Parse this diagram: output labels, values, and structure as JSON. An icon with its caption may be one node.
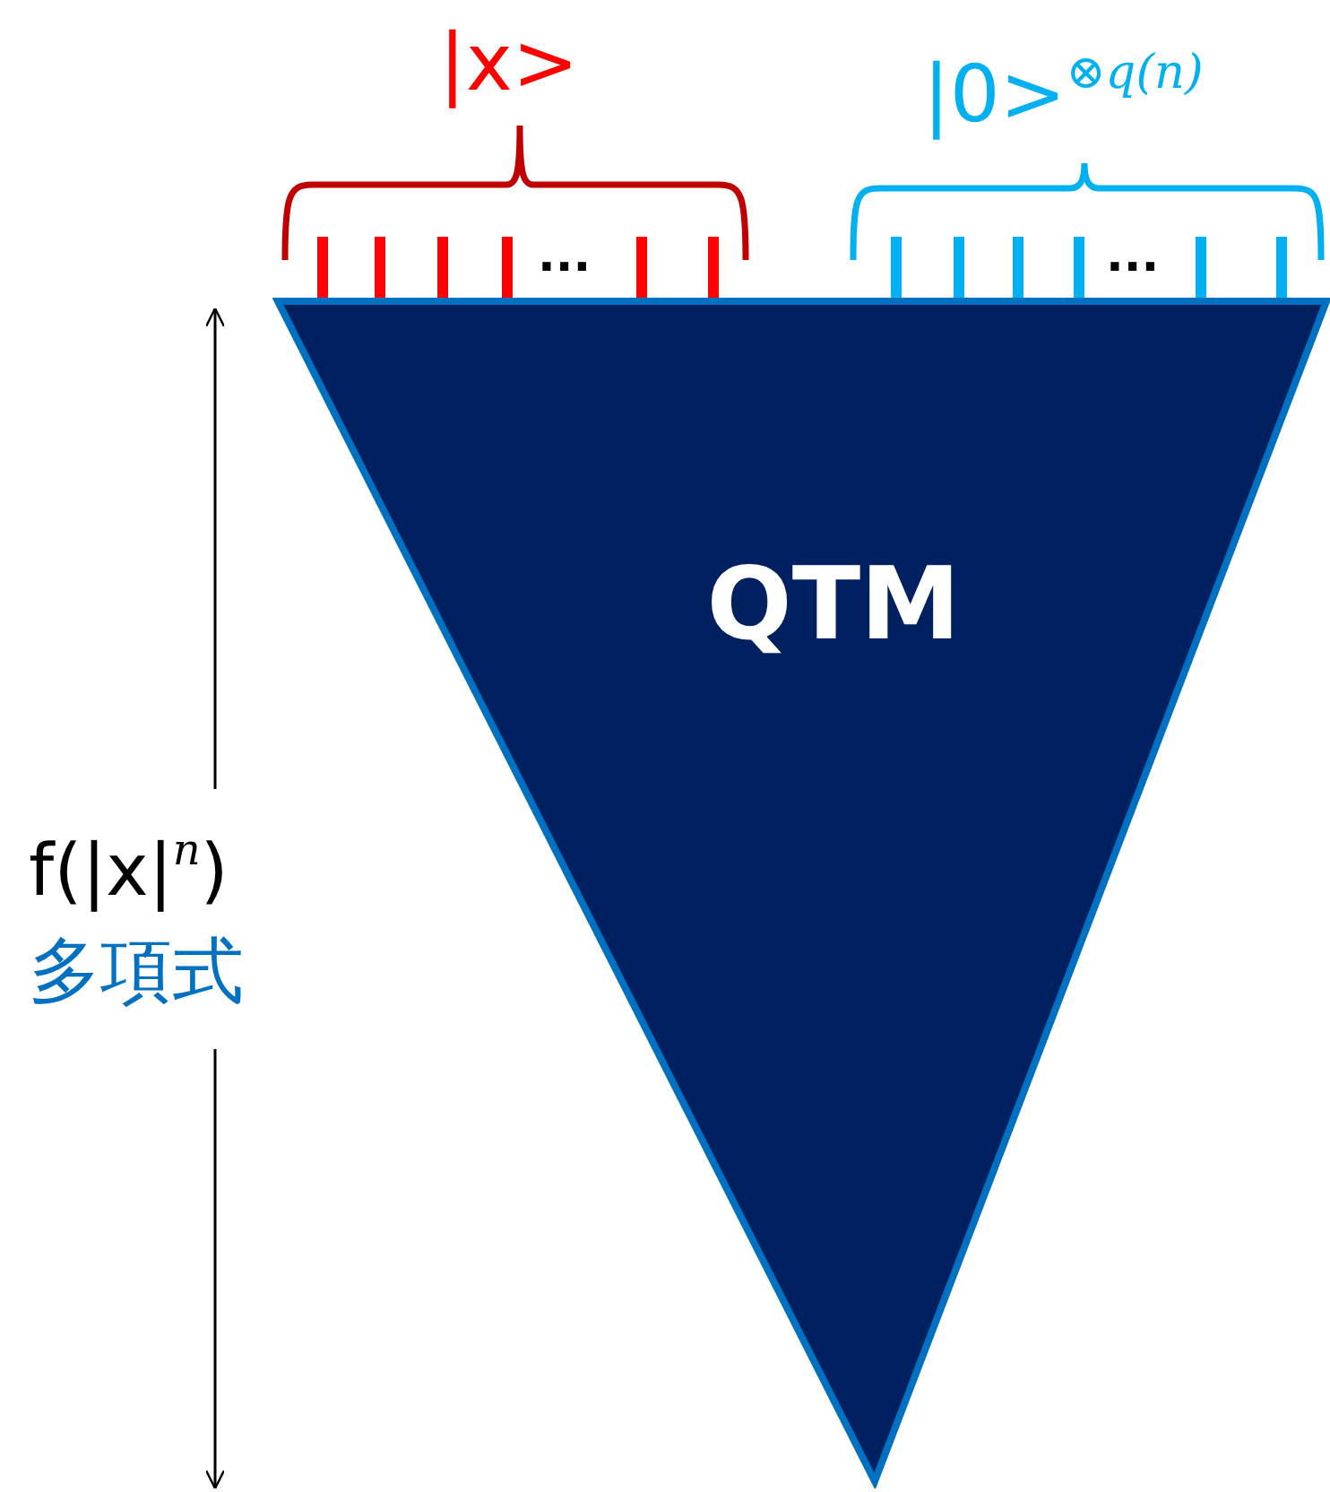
{
  "diagram": {
    "nodes": [
      {
        "text": [
          "QTM"
        ]
      }
    ],
    "edges": [],
    "labels": [
      "|x>",
      "|0>$^{⊗q(n)}$",
      "...",
      "...",
      "f(|x|$^{n}$)",
      "多項式"
    ]
  }
}
